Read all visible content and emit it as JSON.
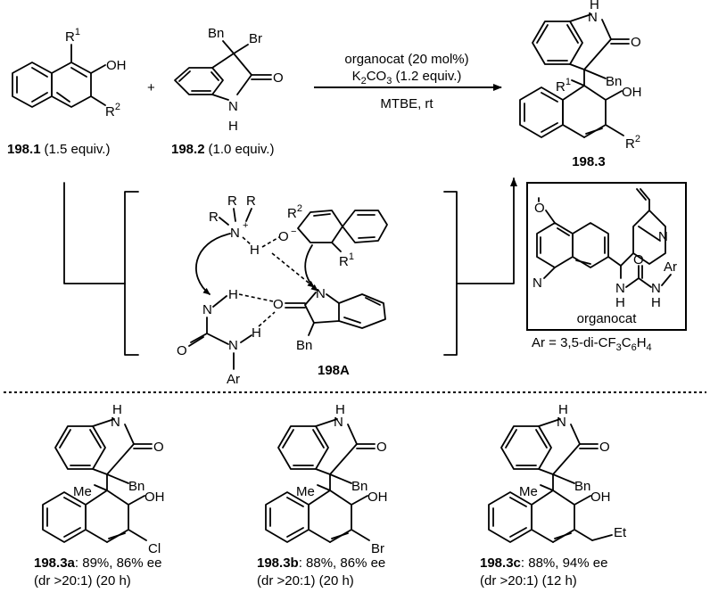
{
  "labels": {
    "oh": "OH",
    "o": "O",
    "h": "H",
    "n": "N",
    "bn": "Bn",
    "br": "Br",
    "r": "R",
    "plus": "+",
    "ominus": "O",
    "ar": "Ar",
    "me": "Me",
    "cl": "Cl",
    "et": "Et",
    "r1": "R",
    "r1sup": "1",
    "r2": "R",
    "r2sup": "2"
  },
  "reactants": [
    {
      "id": "198.1",
      "note": "(1.5 equiv.)"
    },
    {
      "id": "198.2",
      "note": "(1.0 equiv.)"
    }
  ],
  "plus": "+",
  "conditions": {
    "line1": "organocat (20 mol%)",
    "line2a": "K",
    "line2sub1": "2",
    "line2b": "CO",
    "line2sub2": "3",
    "line2c": " (1.2 equiv.)",
    "line3": "MTBE, rt"
  },
  "product": {
    "id": "198.3"
  },
  "ts": {
    "id": "198A"
  },
  "catalyst": {
    "name": "organocat",
    "ar_def_a": "Ar = 3,5-di-CF",
    "ar_def_sub1": "3",
    "ar_def_b": "C",
    "ar_def_sub2": "6",
    "ar_def_c": "H",
    "ar_def_sub3": "4"
  },
  "examples": [
    {
      "id": "198.3a",
      "text": ": 89%, 86% ee",
      "dr": "(dr >20:1) (20 h)",
      "r1": "Me",
      "r2": "Cl"
    },
    {
      "id": "198.3b",
      "text": ": 88%, 86% ee",
      "dr": "(dr >20:1) (20 h)",
      "r1": "Me",
      "r2": "Br"
    },
    {
      "id": "198.3c",
      "text": ": 88%, 94% ee",
      "dr": "(dr >20:1) (12 h)",
      "r1": "Me",
      "r2": "Et"
    }
  ]
}
